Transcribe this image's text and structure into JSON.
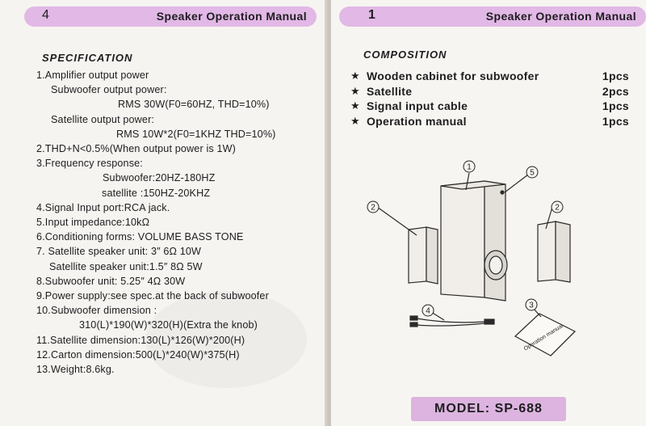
{
  "left_page": {
    "number": "4",
    "header": "Speaker Operation Manual",
    "section_title": "SPECIFICATION",
    "lines": [
      "1.Amplifier output power",
      "Subwoofer output power:",
      "RMS 30W(F0=60HZ, THD=10%)",
      "Satellite output power:",
      "RMS 10W*2(F0=1KHZ THD=10%)",
      "2.THD+N<0.5%(When output power is 1W)",
      "3.Frequency response:",
      "Subwoofer:20HZ-180HZ",
      "satellite :150HZ-20KHZ",
      "4.Signal Input port:RCA jack.",
      "5.Input impedance:10kΩ",
      "6.Conditioning forms: VOLUME BASS TONE",
      "7. Satellite speaker unit: 3″ 6Ω 10W",
      "Satellite speaker unit:1.5″ 8Ω 5W",
      "8.Subwoofer unit: 5.25″ 4Ω 30W",
      "9.Power supply:see spec.at the back of subwoofer",
      "10.Subwoofer dimension :",
      "310(L)*190(W)*320(H)(Extra the knob)",
      "11.Satellite dimension:130(L)*126(W)*200(H)",
      "12.Carton dimension:500(L)*240(W)*375(H)",
      "13.Weight:8.6kg."
    ]
  },
  "right_page": {
    "number": "1",
    "header": "Speaker Operation Manual",
    "section_title": "COMPOSITION",
    "items": [
      {
        "name": "Wooden cabinet for subwoofer",
        "qty": "1pcs"
      },
      {
        "name": "Satellite",
        "qty": "2pcs"
      },
      {
        "name": "Signal input cable",
        "qty": "1pcs"
      },
      {
        "name": "Operation manual",
        "qty": "1pcs"
      }
    ],
    "diagram": {
      "callouts": [
        "1",
        "2",
        "2",
        "3",
        "4",
        "5"
      ],
      "booklet_text": "Operation manual"
    },
    "model": "MODEL: SP-688"
  },
  "colors": {
    "header_bar": "#e2b8e6",
    "model_box": "#dcb4df",
    "ink": "#1d1d1f"
  }
}
